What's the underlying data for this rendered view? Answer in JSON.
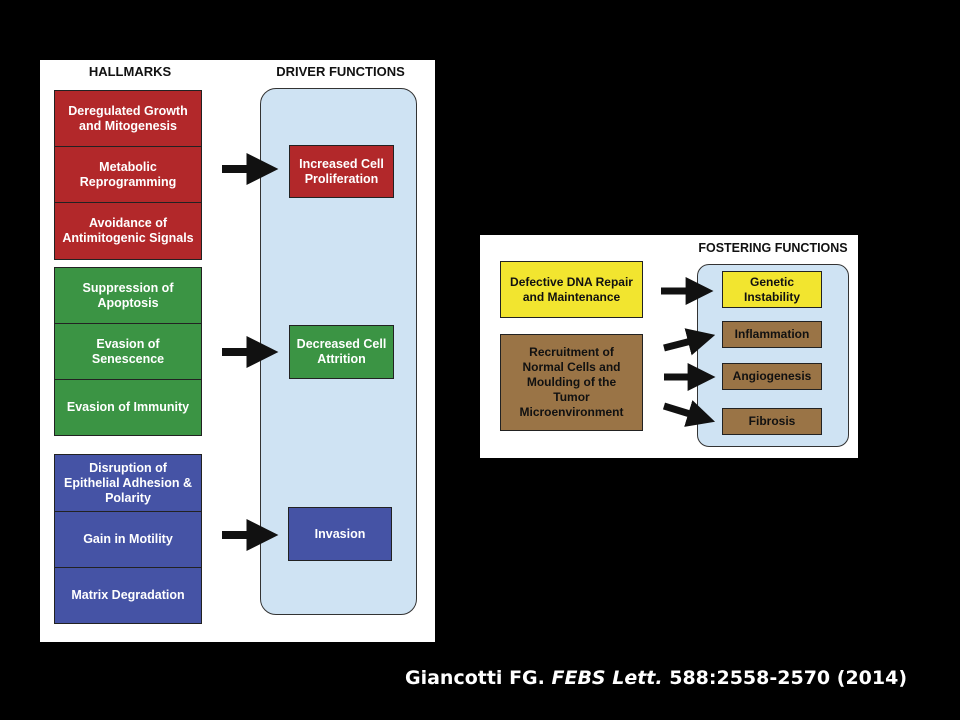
{
  "left_panel": {
    "hallmarks_header": "HALLMARKS",
    "driver_header": "DRIVER FUNCTIONS",
    "hallmarks": [
      {
        "label": "Deregulated Growth and Mitogenesis",
        "color": "#b2282a"
      },
      {
        "label": "Metabolic Reprogramming",
        "color": "#b2282a"
      },
      {
        "label": "Avoidance of Antimitogenic Signals",
        "color": "#b2282a"
      },
      {
        "label": "Suppression of Apoptosis",
        "color": "#3b9444"
      },
      {
        "label": "Evasion of Senescence",
        "color": "#3b9444"
      },
      {
        "label": "Evasion of Immunity",
        "color": "#3b9444"
      },
      {
        "label": "Disruption of Epithelial Adhesion & Polarity",
        "color": "#4553a5"
      },
      {
        "label": "Gain in Motility",
        "color": "#4553a5"
      },
      {
        "label": "Matrix Degradation",
        "color": "#4553a5"
      }
    ],
    "drivers": [
      {
        "label": "Increased Cell Proliferation",
        "color": "#b2282a"
      },
      {
        "label": "Decreased Cell Attrition",
        "color": "#3b9444"
      },
      {
        "label": "Invasion",
        "color": "#4553a5"
      }
    ]
  },
  "right_panel": {
    "fostering_header": "FOSTERING FUNCTIONS",
    "sources": [
      {
        "label": "Defective DNA Repair and Maintenance",
        "color": "#f2e52f"
      },
      {
        "label": "Recruitment of Normal Cells and Moulding of the Tumor Microenvironment",
        "color": "#9a7446"
      }
    ],
    "functions": [
      {
        "label": "Genetic Instability",
        "color": "#f2e52f"
      },
      {
        "label": "Inflammation",
        "color": "#9a7446"
      },
      {
        "label": "Angiogenesis",
        "color": "#9a7446"
      },
      {
        "label": "Fibrosis",
        "color": "#9a7446"
      }
    ]
  },
  "citation": {
    "authors": "Giancotti FG.",
    "journal": "FEBS Lett.",
    "ref": "588:2558-2570 (2014)"
  }
}
